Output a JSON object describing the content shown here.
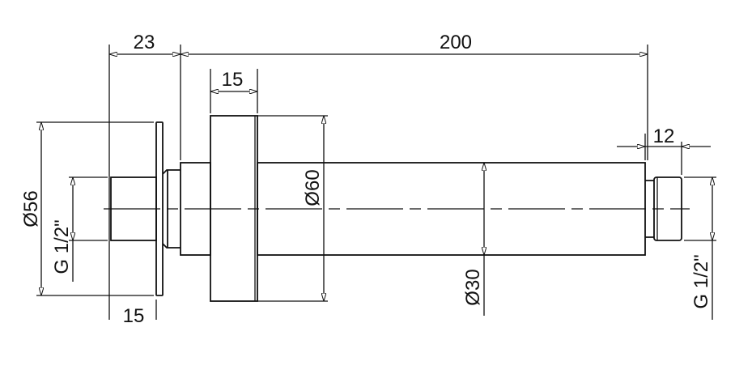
{
  "drawing": {
    "dimensions": {
      "flange_offset": "23",
      "overall_length": "200",
      "disc_width": "15",
      "thread_length_right": "12",
      "flange_diameter": "Ø56",
      "thread_left": "G 1/2\"",
      "disc_diameter": "Ø60",
      "tube_diameter": "Ø30",
      "thread_right": "G 1/2\"",
      "thread_length_left": "15"
    }
  }
}
